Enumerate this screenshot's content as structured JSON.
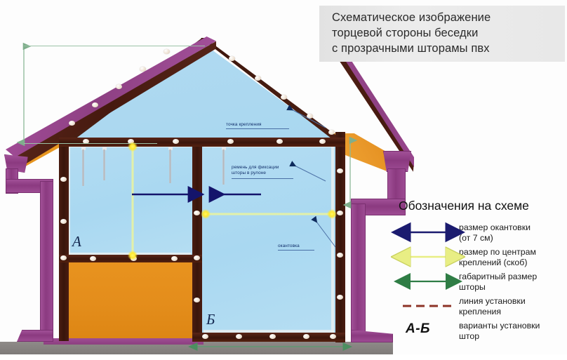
{
  "title_card": {
    "line1": "Схематическое изображение",
    "line2": "торцевой стороны беседки",
    "line3": "с прозрачными шторамы пвх"
  },
  "legend": {
    "heading": "Обозначения на схеме",
    "entries": [
      {
        "symbol": "double-arrow-navy",
        "color": "#1b1b6f",
        "line1": "размер окантовки",
        "line2": "(от 7 см)"
      },
      {
        "symbol": "double-arrow-yellow",
        "color": "#e8ee84",
        "line1": "размер по центрам",
        "line2": "креплений (скоб)"
      },
      {
        "symbol": "double-arrow-green",
        "color": "#2f7d45",
        "line1": "габаритный размер",
        "line2": "шторы"
      },
      {
        "symbol": "dashed-line-red",
        "color": "#8d3326",
        "line1": "линия установки",
        "line2": "крепления"
      },
      {
        "symbol": "text-label-ab",
        "color": "#111111",
        "line1": "варианты установки",
        "line2": "штор",
        "label": "А-Б"
      }
    ]
  },
  "diagram": {
    "callouts": [
      {
        "name": "attachment-point",
        "text": "точка крепления"
      },
      {
        "name": "roll-strap",
        "text_line1": "ремень для фиксации",
        "text_line2": "шторы в рулоне"
      },
      {
        "name": "edging",
        "text": "окантовка"
      }
    ],
    "zone_labels": {
      "upper": "А",
      "lower": "Б"
    },
    "colors": {
      "glass": "#aed9f1",
      "frame_dark_brown": "#3b160c",
      "roof_purple": "#8e4083",
      "soffit_orange": "#e9982a",
      "wall_panel_orange": "#e48d1b",
      "downspout_purple": "#8b3a80",
      "ground_grey": "#817d7b",
      "dim_navy": "#1b1b6f",
      "dim_yellow": "#eef59a",
      "dim_green": "#3f8f55",
      "fastener_dot": "#f0e4d6"
    }
  }
}
